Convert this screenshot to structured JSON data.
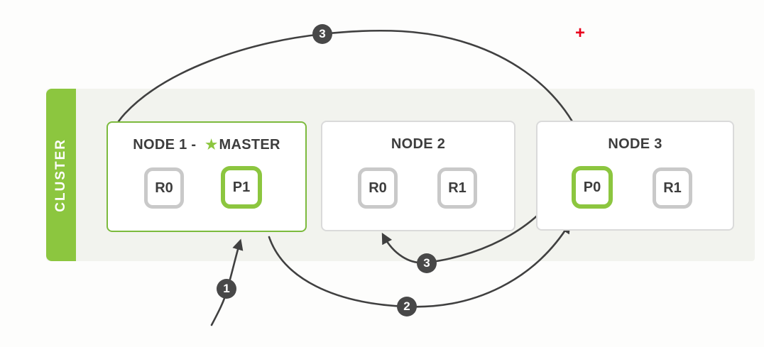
{
  "colors": {
    "green": "#8cc63f",
    "master_border_green": "#7cba3d",
    "panel_bg": "#f2f3ee",
    "shard_gray_border": "#c9c9c9",
    "node_gray_border": "#dadada",
    "arrow": "#404040",
    "badge_bg": "#484848",
    "text": "#3d3d3d",
    "cursor_red": "#e8001c"
  },
  "cluster": {
    "label": "CLUSTER"
  },
  "icons": {
    "master_star": "★"
  },
  "nodes": [
    {
      "title_prefix": "NODE 1 - ",
      "master_label": "MASTER",
      "shards": [
        {
          "label": "R0",
          "role": "replica"
        },
        {
          "label": "P1",
          "role": "primary"
        }
      ]
    },
    {
      "title": "NODE 2",
      "shards": [
        {
          "label": "R0",
          "role": "replica"
        },
        {
          "label": "R1",
          "role": "replica"
        }
      ]
    },
    {
      "title": "NODE 3",
      "shards": [
        {
          "label": "P0",
          "role": "primary"
        },
        {
          "label": "R1",
          "role": "replica"
        }
      ]
    }
  ],
  "flow_steps": {
    "step1": "1",
    "step2": "2",
    "step3_top": "3",
    "step3_bottom": "3"
  },
  "cursor": {
    "glyph": "+"
  }
}
